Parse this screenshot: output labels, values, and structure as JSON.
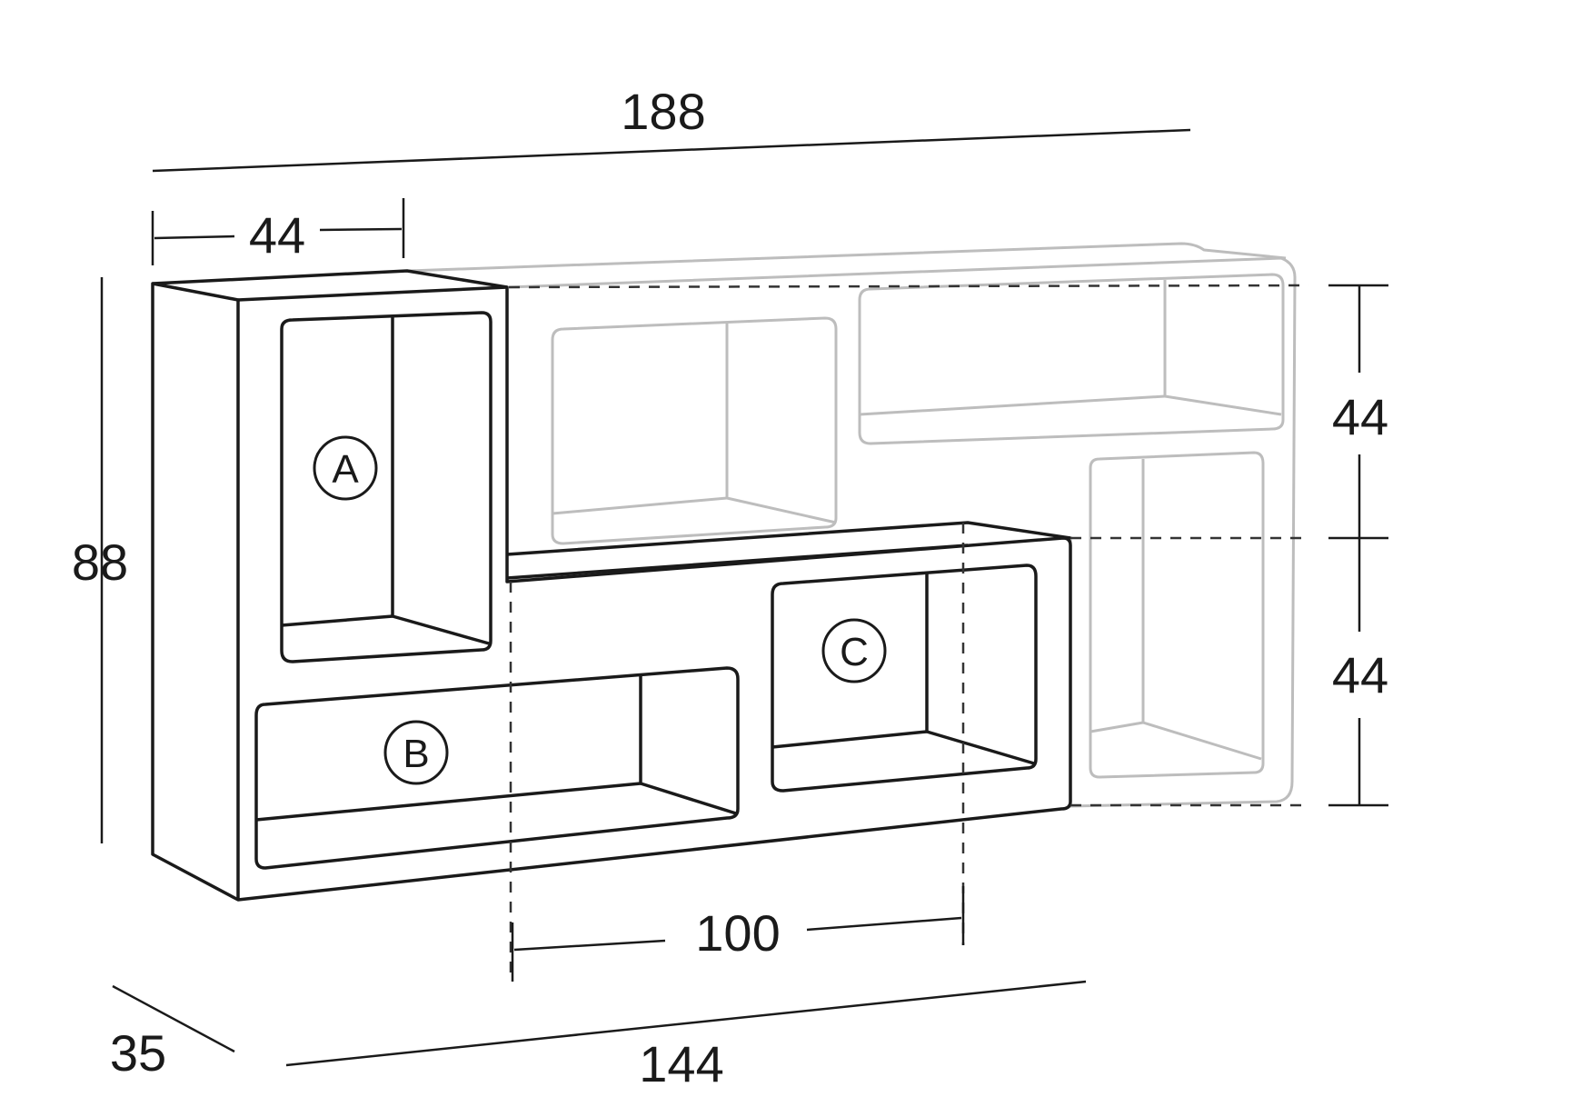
{
  "dimensions": {
    "total_width": "188",
    "module_width": "44",
    "total_height": "88",
    "upper_height": "44",
    "lower_height": "44",
    "inner_span": "100",
    "front_width": "144",
    "depth": "35"
  },
  "modules": {
    "a": "A",
    "b": "B",
    "c": "C"
  },
  "colors": {
    "ink": "#1a1a1a",
    "ghost": "#bdbdbd",
    "background": "#ffffff"
  }
}
